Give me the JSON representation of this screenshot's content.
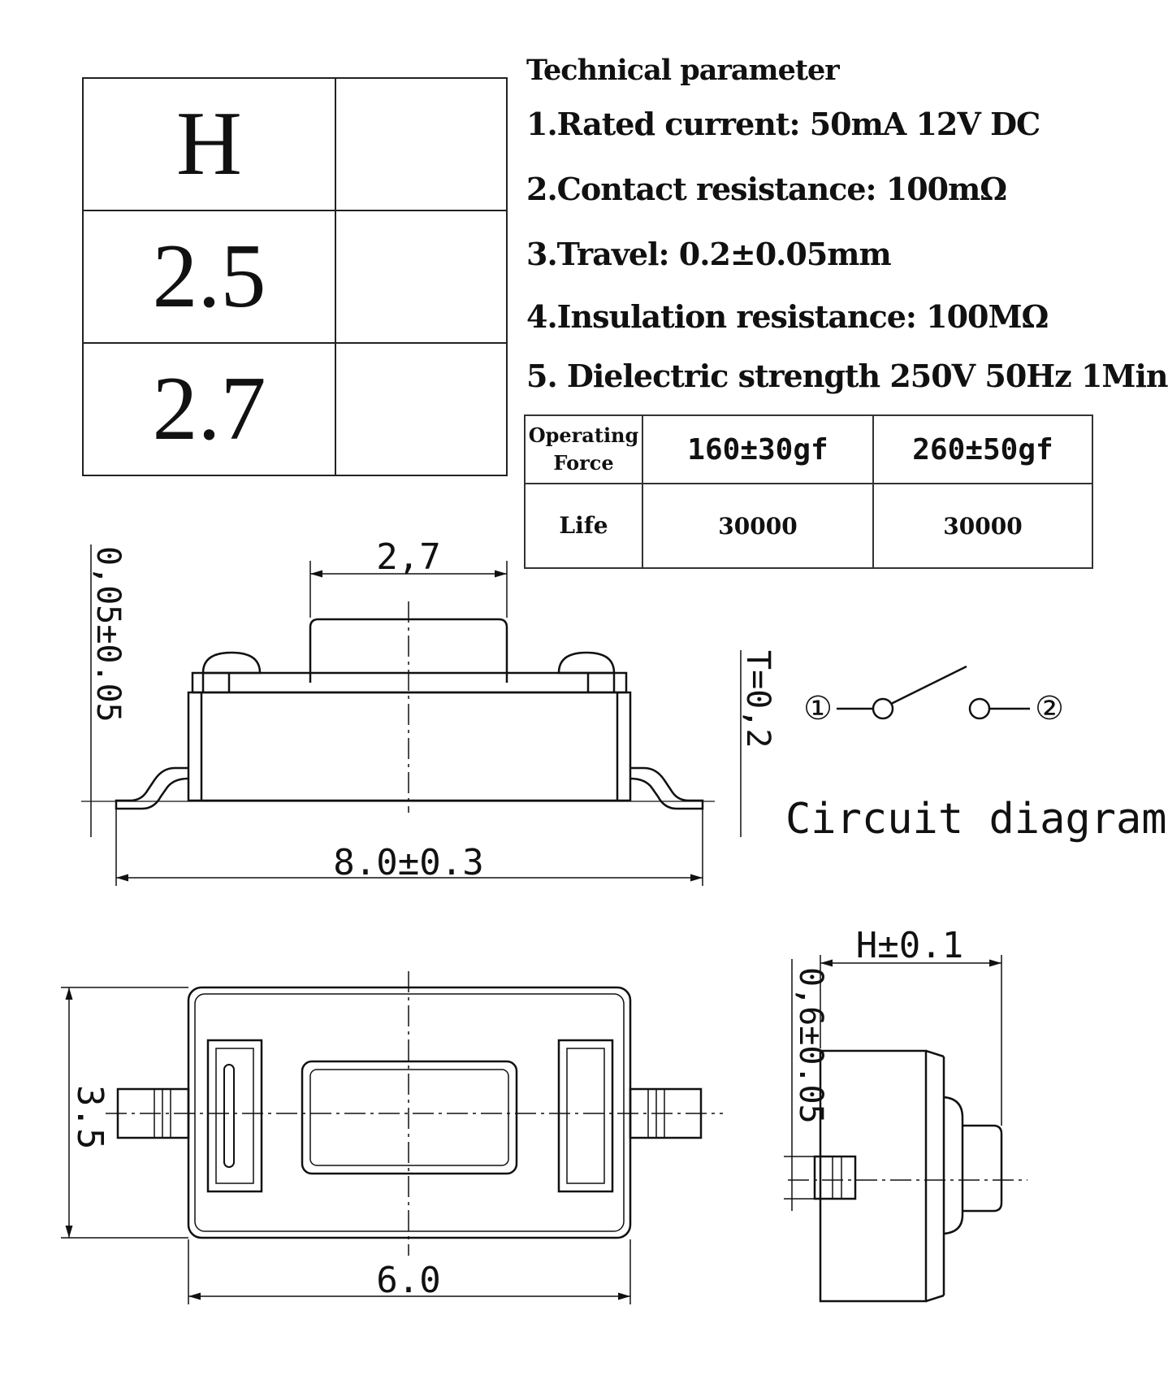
{
  "h_table": {
    "rows": [
      {
        "value": "H",
        "note": ""
      },
      {
        "value": "2.5",
        "note": ""
      },
      {
        "value": "2.7",
        "note": ""
      }
    ]
  },
  "technical": {
    "title": "Technical parameter",
    "items": [
      "1.Rated current: 50mA 12V DC",
      "2.Contact resistance: 100mΩ",
      "3.Travel: 0.2±0.05mm",
      "4.Insulation resistance: 100MΩ",
      "5. Dielectric strength 250V 50Hz 1Min"
    ]
  },
  "force_table": {
    "row1": {
      "label": "Operating Force",
      "v1": "160±30gf",
      "v2": "260±50gf"
    },
    "row2": {
      "label": "Life",
      "v1": "30000",
      "v2": "30000"
    }
  },
  "side_view": {
    "dim_top": "2,7",
    "dim_left": "0,05±0.05",
    "dim_right": "T=0,2",
    "dim_bottom": "8.0±0.3"
  },
  "circuit": {
    "terminal_1": "①",
    "terminal_2": "②",
    "caption": "Circuit diagram"
  },
  "top_view": {
    "dim_left": "3.5",
    "dim_bottom": "6.0"
  },
  "end_view": {
    "dim_top": "H±0.1",
    "dim_left": "0,6±0.05"
  }
}
